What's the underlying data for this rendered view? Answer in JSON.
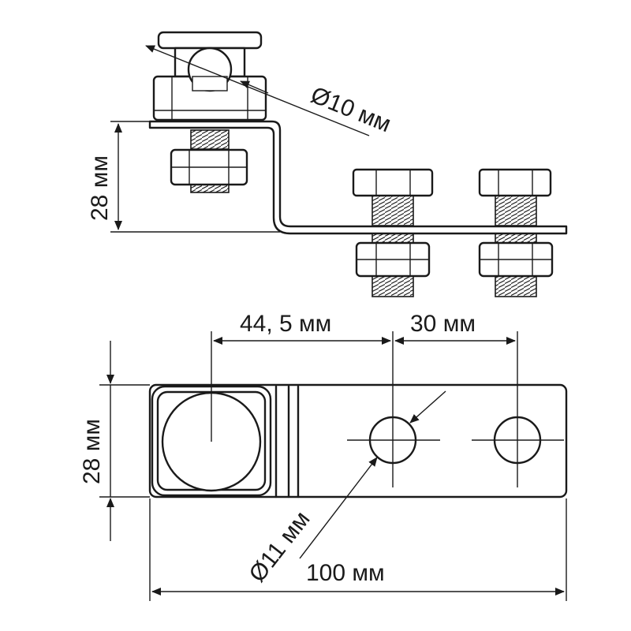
{
  "dimensions": {
    "ball_diameter": "Ø10 мм",
    "side_height": "28 мм",
    "offset_distance": "44, 5 мм",
    "hole_spacing": "30 мм",
    "plate_width": "28 мм",
    "hole_diameter": "Ø11 мм",
    "total_length": "100 мм"
  }
}
